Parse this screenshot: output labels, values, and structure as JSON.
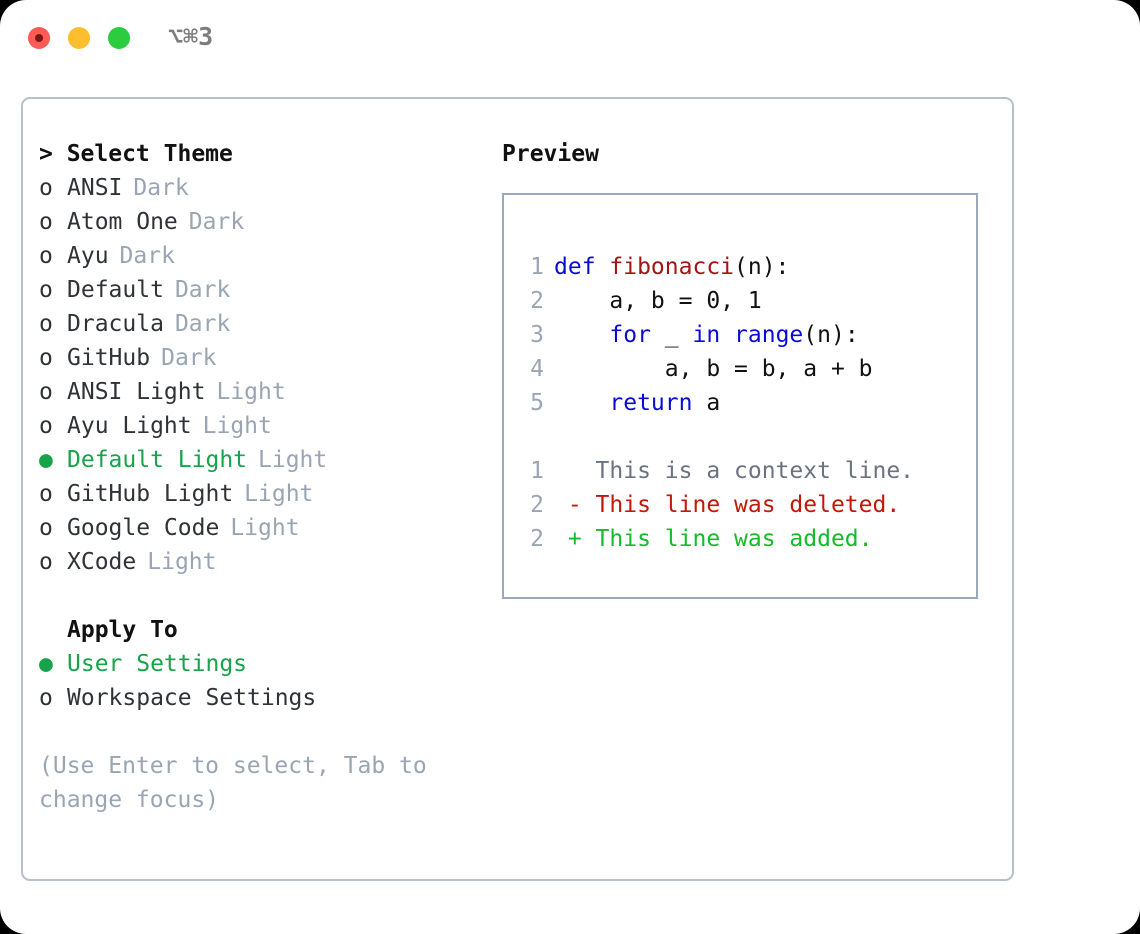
{
  "titlebar": {
    "shortcut": "⌥⌘3",
    "buttons": [
      "close",
      "minimize",
      "zoom"
    ]
  },
  "colors": {
    "selected_green": "#16a34a",
    "muted_label": "#9aa5b4",
    "keyword_blue": "#0b0bd6",
    "function_red": "#a31515",
    "diff_deleted": "#c21807",
    "diff_added": "#13bc2a",
    "panel_border": "#b6bfcc"
  },
  "theme_list": {
    "header": "> Select Theme",
    "items": [
      {
        "marker": "o",
        "label": "ANSI",
        "suffix": "Dark",
        "selected": false
      },
      {
        "marker": "o",
        "label": "Atom One",
        "suffix": "Dark",
        "selected": false
      },
      {
        "marker": "o",
        "label": "Ayu",
        "suffix": "Dark",
        "selected": false
      },
      {
        "marker": "o",
        "label": "Default",
        "suffix": "Dark",
        "selected": false
      },
      {
        "marker": "o",
        "label": "Dracula",
        "suffix": "Dark",
        "selected": false
      },
      {
        "marker": "o",
        "label": "GitHub",
        "suffix": "Dark",
        "selected": false
      },
      {
        "marker": "o",
        "label": "ANSI Light",
        "suffix": "Light",
        "selected": false
      },
      {
        "marker": "o",
        "label": "Ayu Light",
        "suffix": "Light",
        "selected": false
      },
      {
        "marker": "●",
        "label": "Default Light",
        "suffix": "Light",
        "selected": true
      },
      {
        "marker": "o",
        "label": "GitHub Light",
        "suffix": "Light",
        "selected": false
      },
      {
        "marker": "o",
        "label": "Google Code",
        "suffix": "Light",
        "selected": false
      },
      {
        "marker": "o",
        "label": "XCode",
        "suffix": "Light",
        "selected": false
      }
    ]
  },
  "apply_to": {
    "header": "Apply To",
    "items": [
      {
        "marker": "●",
        "label": "User Settings",
        "selected": true
      },
      {
        "marker": "o",
        "label": "Workspace Settings",
        "selected": false
      }
    ]
  },
  "hint": "(Use Enter to select, Tab to change focus)",
  "preview": {
    "title": "Preview",
    "code_lines": [
      {
        "no": "1",
        "tokens": [
          {
            "t": "def ",
            "c": "kw"
          },
          {
            "t": "fibonacci",
            "c": "fn"
          },
          {
            "t": "(n):",
            "c": "plain"
          }
        ]
      },
      {
        "no": "2",
        "tokens": [
          {
            "t": "    a, b = 0, 1",
            "c": "plain"
          }
        ]
      },
      {
        "no": "3",
        "tokens": [
          {
            "t": "    ",
            "c": "plain"
          },
          {
            "t": "for",
            "c": "kw"
          },
          {
            "t": " _ ",
            "c": "plain"
          },
          {
            "t": "in",
            "c": "kw"
          },
          {
            "t": " ",
            "c": "plain"
          },
          {
            "t": "range",
            "c": "kw"
          },
          {
            "t": "(n):",
            "c": "plain"
          }
        ]
      },
      {
        "no": "4",
        "tokens": [
          {
            "t": "        a, b = b, a + b",
            "c": "plain"
          }
        ]
      },
      {
        "no": "5",
        "tokens": [
          {
            "t": "    ",
            "c": "plain"
          },
          {
            "t": "return",
            "c": "kw"
          },
          {
            "t": " a",
            "c": "plain"
          }
        ]
      }
    ],
    "diff_lines": [
      {
        "no": "1",
        "sign": " ",
        "text": "This is a context line.",
        "kind": "ctx"
      },
      {
        "no": "2",
        "sign": "-",
        "text": "This line was deleted.",
        "kind": "del"
      },
      {
        "no": "2",
        "sign": "+",
        "text": "This line was added.",
        "kind": "add"
      }
    ]
  }
}
